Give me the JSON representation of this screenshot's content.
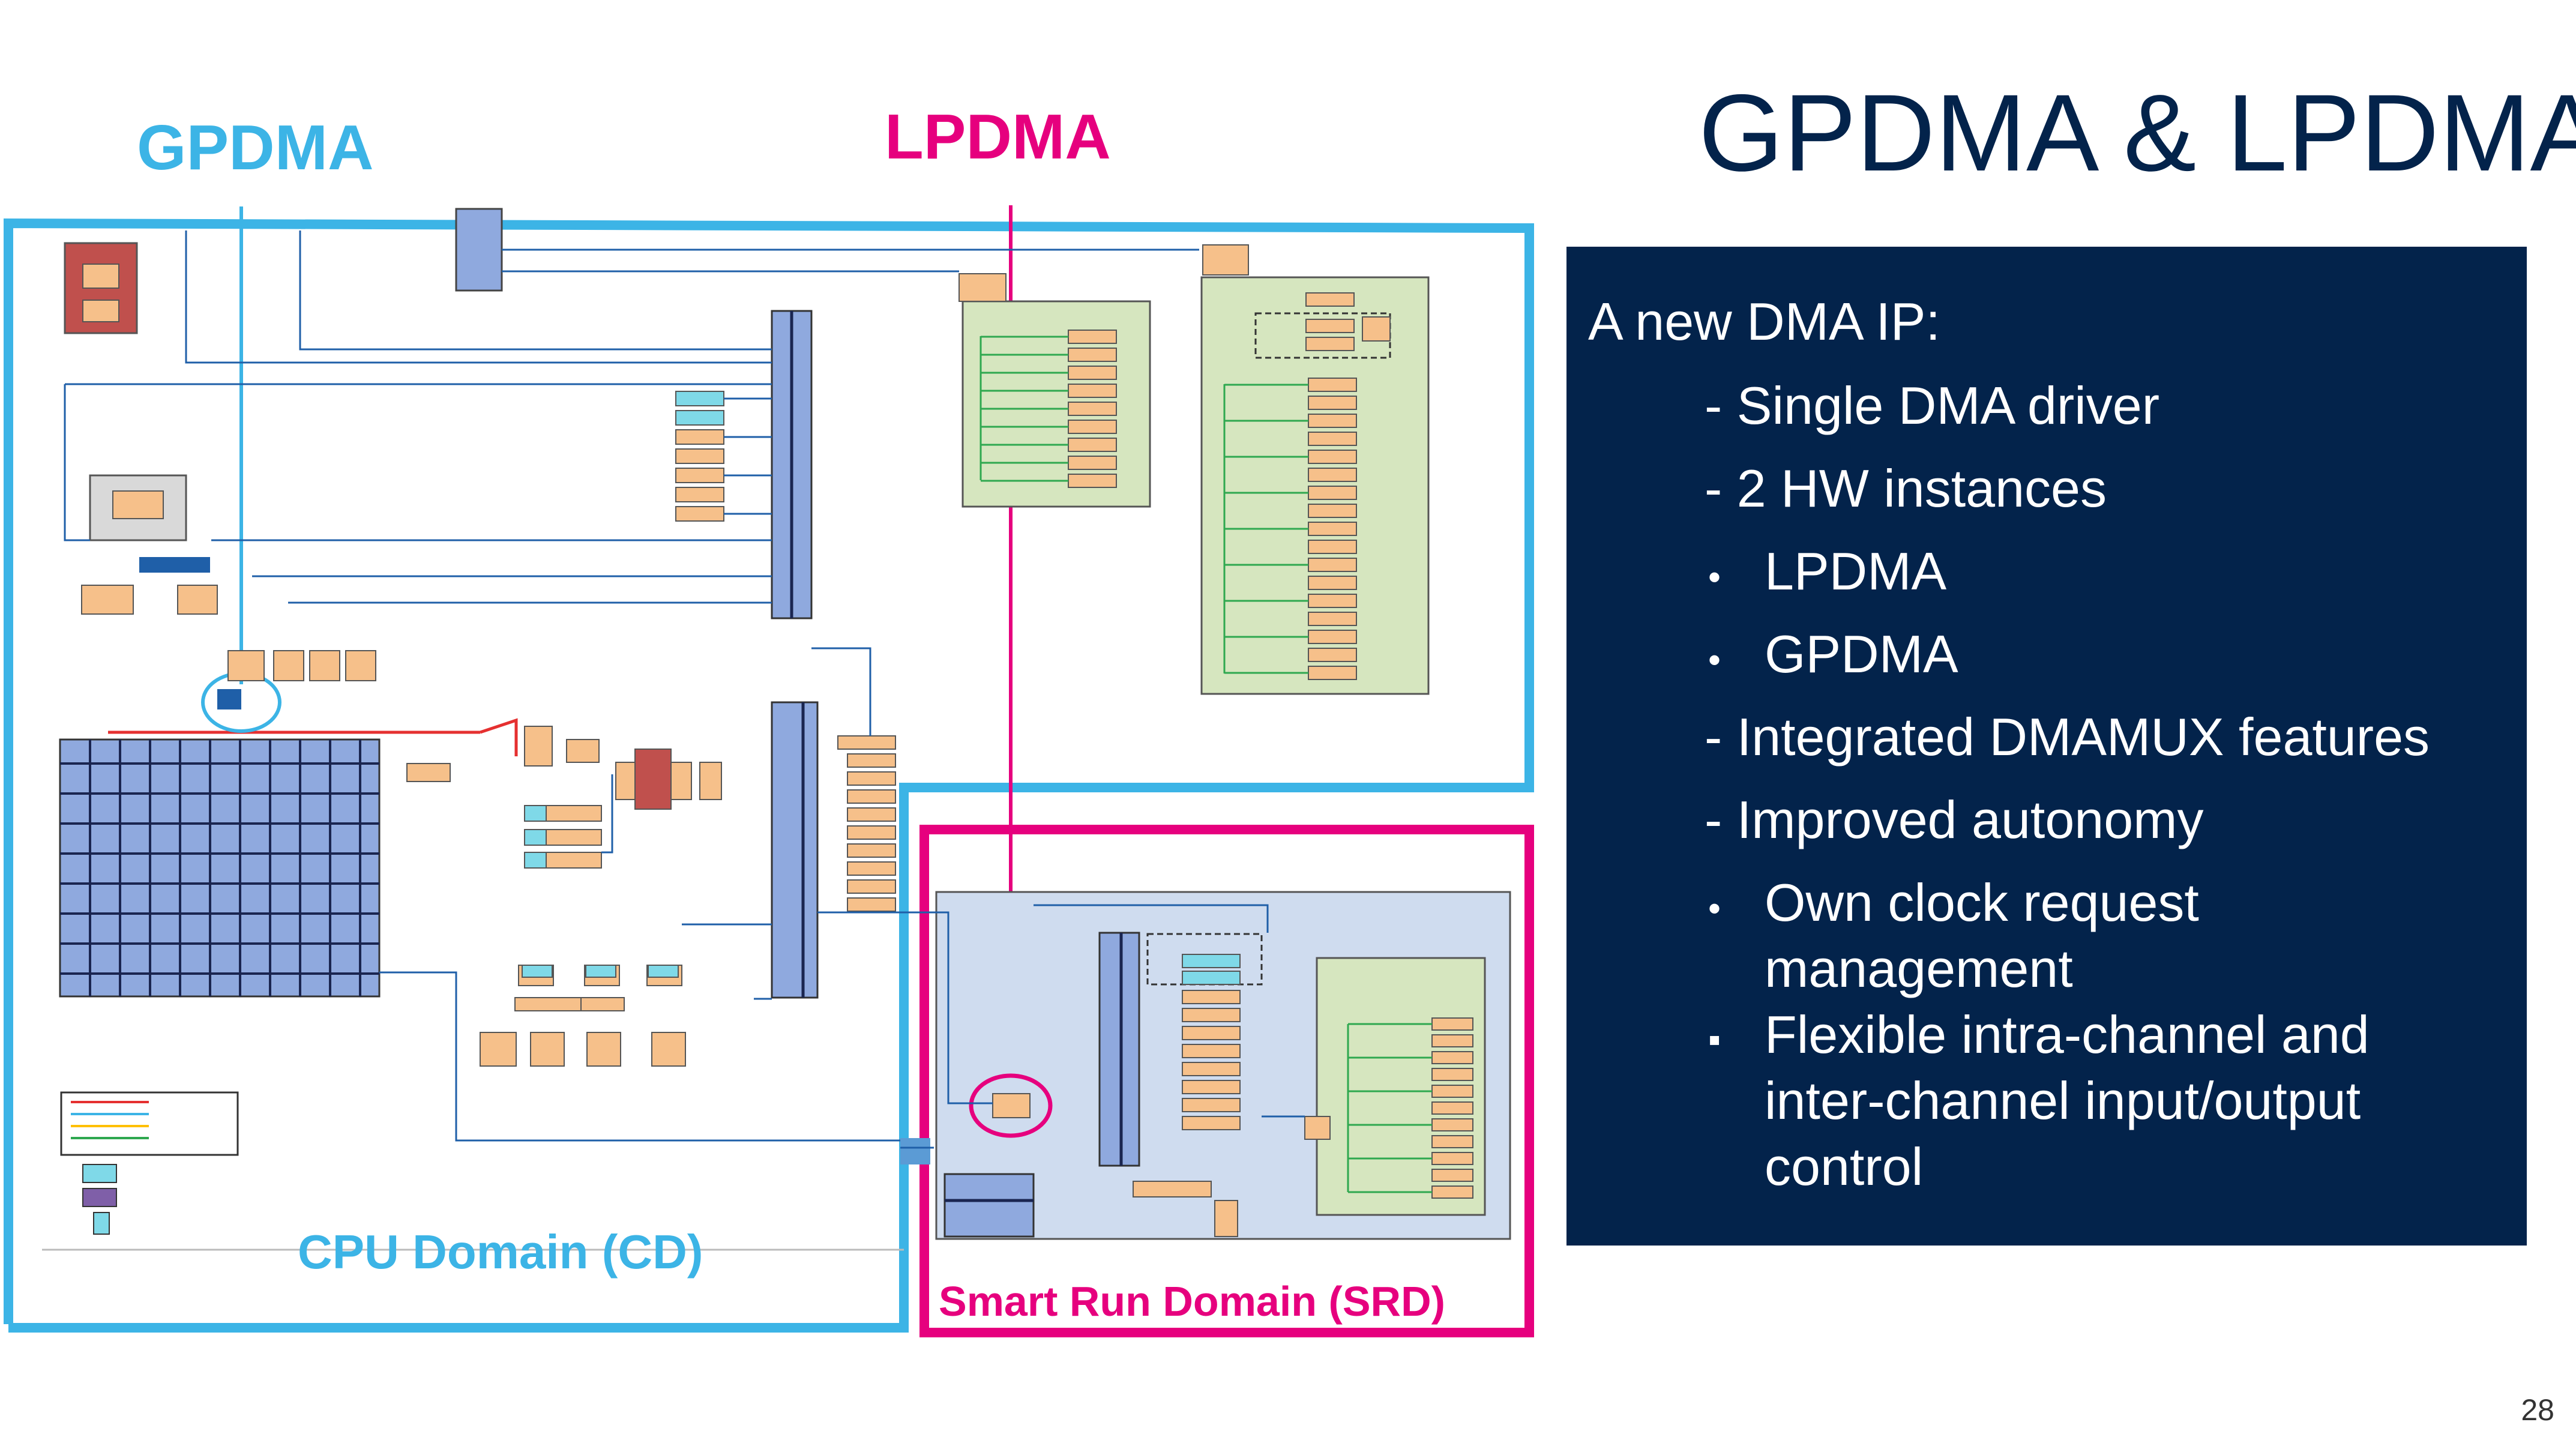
{
  "slide": {
    "title": "GPDMA & LPDMA",
    "page_number": "28"
  },
  "diagram": {
    "gpdma_label": "GPDMA",
    "lpdma_label": "LPDMA",
    "cd_label": "CPU Domain (CD)",
    "srd_label": "Smart Run Domain (SRD)"
  },
  "info": {
    "heading": "A new DMA IP:",
    "items": [
      {
        "text": "- Single DMA driver",
        "bullet": ""
      },
      {
        "text": "- 2 HW instances",
        "bullet": ""
      },
      {
        "text": "LPDMA",
        "bullet": "•"
      },
      {
        "text": "GPDMA",
        "bullet": "•"
      },
      {
        "text": "- Integrated DMAMUX features",
        "bullet": ""
      },
      {
        "text": "- Improved autonomy",
        "bullet": ""
      },
      {
        "text": "Own clock request",
        "bullet": "•"
      },
      {
        "text": "management",
        "bullet": ""
      },
      {
        "text": "Flexible intra-channel and",
        "bullet": "▪"
      },
      {
        "text": "inter-channel input/output",
        "bullet": ""
      },
      {
        "text": "control",
        "bullet": ""
      }
    ]
  },
  "colors": {
    "navy": "#03234b",
    "cd_blue": "#3cb4e6",
    "srd_magenta": "#e6007e",
    "block_orange": "#f6c08a",
    "bus_blue": "#8fa9de",
    "green_panel": "#d6e6bf",
    "srd_panel": "#cfdcef"
  }
}
